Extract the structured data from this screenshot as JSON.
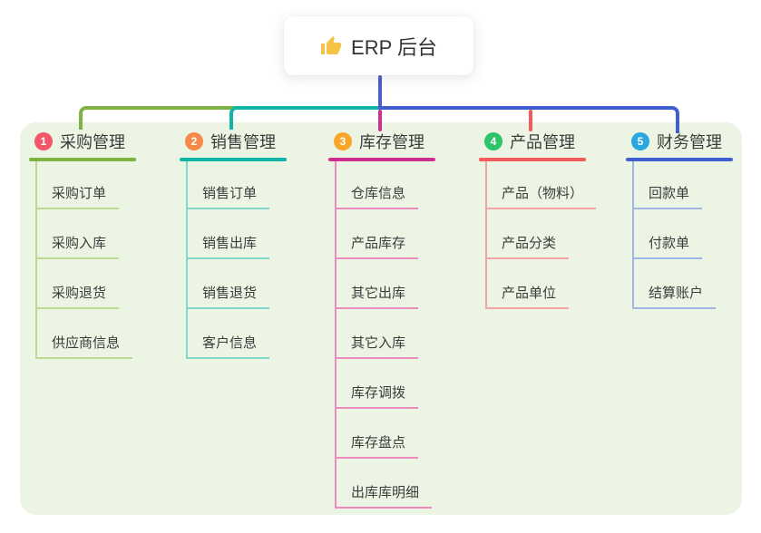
{
  "root": {
    "icon": "thumbs-up-icon",
    "label": "ERP 后台"
  },
  "palette": {
    "canvas_bg": "#ffffff",
    "panel_bg": "#ecf5e3",
    "root_line": "#4a5fd0",
    "text": "#3b3b3b",
    "thumb_icon": "#f6c344"
  },
  "branches": [
    {
      "num": "1",
      "label": "采购管理",
      "colors": {
        "line": "#7cb342",
        "badge": "#f2566a",
        "subline": "#b9dc92"
      },
      "children": [
        "采购订单",
        "采购入库",
        "采购退货",
        "供应商信息"
      ]
    },
    {
      "num": "2",
      "label": "销售管理",
      "colors": {
        "line": "#10b5a8",
        "badge": "#f78a4b",
        "subline": "#84d6c8"
      },
      "children": [
        "销售订单",
        "销售出库",
        "销售退货",
        "客户信息"
      ]
    },
    {
      "num": "3",
      "label": "库存管理",
      "colors": {
        "line": "#cf2f90",
        "badge": "#f7a62a",
        "subline": "#ef8ac1"
      },
      "children": [
        "仓库信息",
        "产品库存",
        "其它出库",
        "其它入库",
        "库存调拨",
        "库存盘点",
        "出库库明细"
      ]
    },
    {
      "num": "4",
      "label": "产品管理",
      "colors": {
        "line": "#f25b5b",
        "badge": "#2fc36b",
        "subline": "#f5a3a3"
      },
      "children": [
        "产品（物料）",
        "产品分类",
        "产品单位"
      ]
    },
    {
      "num": "5",
      "label": "财务管理",
      "colors": {
        "line": "#3f5ed0",
        "badge": "#2aa7de",
        "subline": "#9fb5e5"
      },
      "children": [
        "回款单",
        "付款单",
        "结算账户"
      ]
    }
  ]
}
